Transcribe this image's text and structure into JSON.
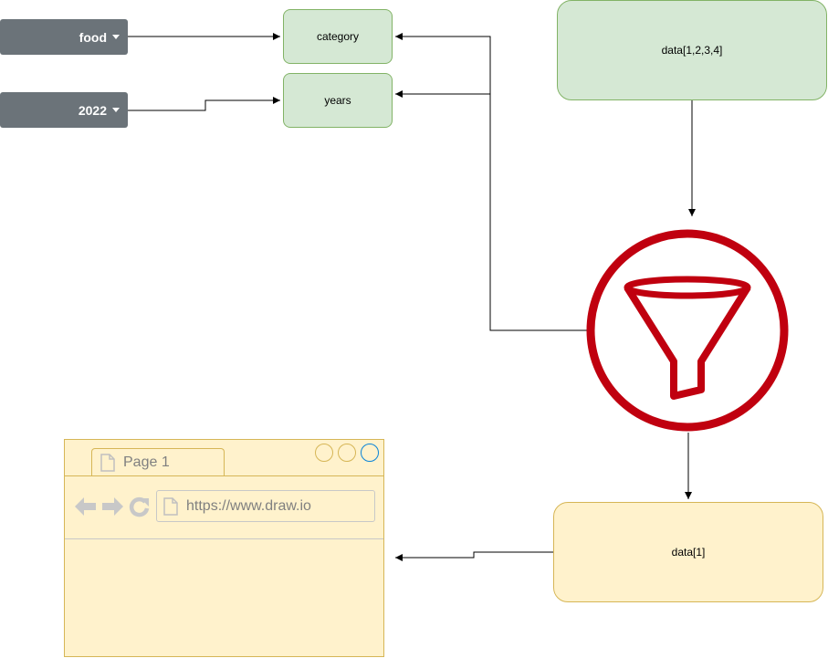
{
  "filters": {
    "category_dropdown": {
      "value": "food"
    },
    "years_dropdown": {
      "value": "2022"
    }
  },
  "nodes": {
    "category": "category",
    "years": "years",
    "source_data": "data[1,2,3,4]",
    "result_data": "data[1]"
  },
  "filter_icon": {
    "icon": "funnel-filter-icon",
    "color": "#c0000f"
  },
  "browser": {
    "tab_label": "Page 1",
    "url": "https://www.draw.io"
  },
  "colors": {
    "green_fill": "#d5e8d4",
    "green_stroke": "#82b366",
    "yellow_fill": "#fff2cc",
    "yellow_stroke": "#d6b656",
    "dropdown_fill": "#6b7379",
    "filter_red": "#c0000f",
    "window_button_blue": "#0a84d8"
  }
}
